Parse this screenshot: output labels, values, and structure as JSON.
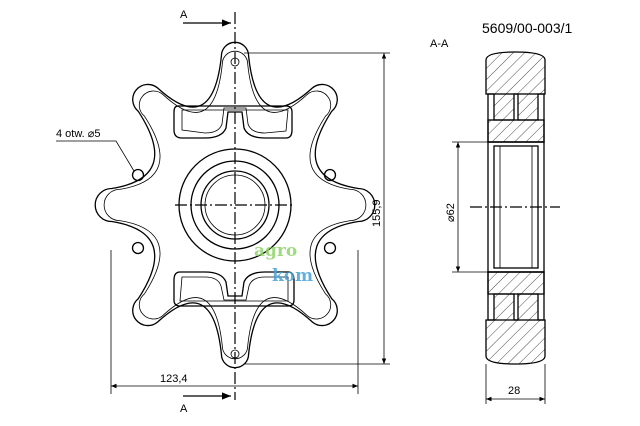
{
  "drawing": {
    "part_number": "5609/00-003/1",
    "section_label": "A-A",
    "section_arrow_top": "A",
    "section_arrow_bottom": "A",
    "hole_note": "4 otw. ⌀5",
    "dim_height": "155,9",
    "dim_width": "123,4",
    "dim_diameter": "⌀62",
    "dim_thickness": "28"
  },
  "watermark": {
    "line1": "agro",
    "line2": "kom",
    "color1": "#8fd46a",
    "color2": "#4aa3d8"
  }
}
